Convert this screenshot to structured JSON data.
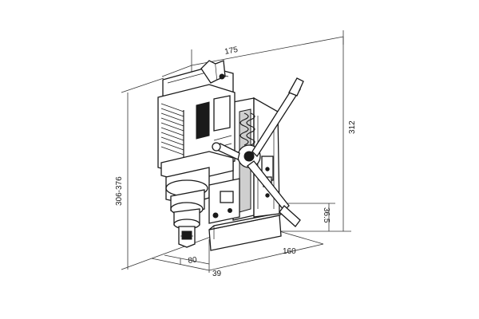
{
  "drawing": {
    "subject": "magnetic drill press",
    "dimensions": {
      "top_width": "175",
      "overall_height": "306-376",
      "column_height": "312",
      "base_height": "36.5",
      "base_front": "80",
      "spindle_offset": "39",
      "base_depth": "160"
    }
  }
}
